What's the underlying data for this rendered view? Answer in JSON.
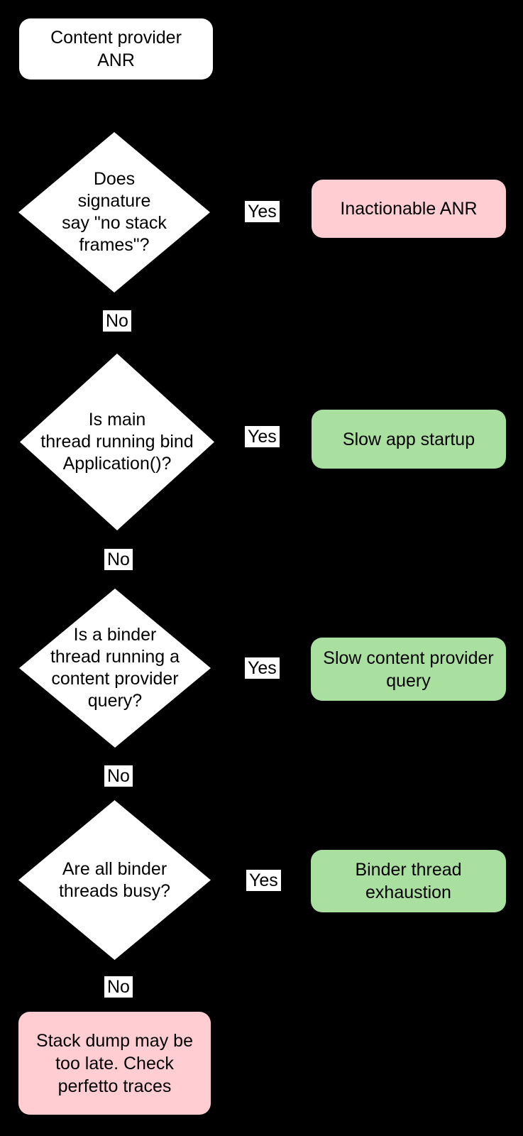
{
  "colors": {
    "background": "#000000",
    "node_fill": "#ffffff",
    "text": "#000000",
    "negative_fill": "#ffcdd2",
    "positive_fill": "#a9e0a0",
    "label_bg": "#ffffff"
  },
  "flow": {
    "start": {
      "lines": [
        "Content provider",
        "ANR"
      ]
    },
    "decisions": [
      {
        "question_lines": [
          "Does",
          "signature",
          "say \"no stack",
          "frames\"?"
        ],
        "yes_label": "Yes",
        "no_label": "No",
        "outcome": {
          "lines": [
            "Inactionable ANR"
          ],
          "status": "negative"
        }
      },
      {
        "question_lines": [
          "Is main",
          "thread running bind",
          "Application()?"
        ],
        "yes_label": "Yes",
        "no_label": "No",
        "outcome": {
          "lines": [
            "Slow app startup"
          ],
          "status": "positive"
        }
      },
      {
        "question_lines": [
          "Is a binder",
          "thread running a",
          "content provider",
          "query?"
        ],
        "yes_label": "Yes",
        "no_label": "No",
        "outcome": {
          "lines": [
            "Slow content provider",
            "query"
          ],
          "status": "positive"
        }
      },
      {
        "question_lines": [
          "Are all binder",
          "threads busy?"
        ],
        "yes_label": "Yes",
        "no_label": "No",
        "outcome": {
          "lines": [
            "Binder thread",
            "exhaustion"
          ],
          "status": "positive"
        }
      }
    ],
    "end": {
      "lines": [
        "Stack dump may be",
        "too late. Check",
        "perfetto traces"
      ],
      "status": "negative"
    }
  }
}
